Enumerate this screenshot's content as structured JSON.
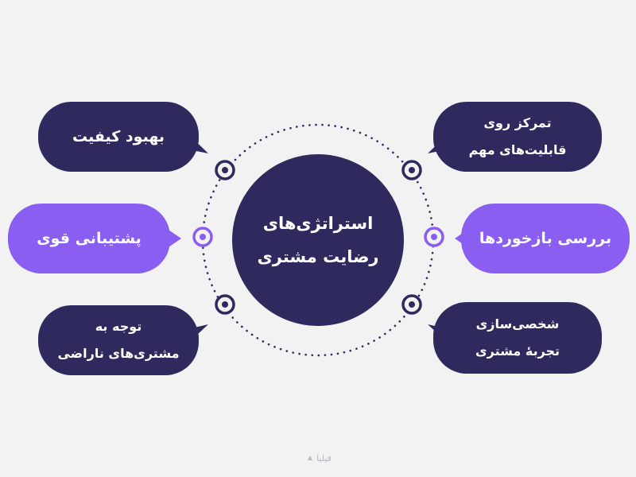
{
  "center": {
    "line1": "استراتژی‌های",
    "line2": "رضایت مشتری"
  },
  "items": [
    {
      "lines": [
        "بهبود کیفیت"
      ],
      "style": "dark",
      "side": "left"
    },
    {
      "lines": [
        "پشتیبانی قوی"
      ],
      "style": "light",
      "side": "left"
    },
    {
      "lines": [
        "توجه به",
        "مشتری‌های ناراضی"
      ],
      "style": "dark",
      "side": "left"
    },
    {
      "lines": [
        "تمرکز روی",
        "قابلیت‌های مهم"
      ],
      "style": "dark",
      "side": "right"
    },
    {
      "lines": [
        "بررسی بازخوردها"
      ],
      "style": "light",
      "side": "right"
    },
    {
      "lines": [
        "شخصی‌سازی",
        "تجربهٔ مشتری"
      ],
      "style": "dark",
      "side": "right"
    }
  ],
  "watermark": {
    "text": "فیلیا",
    "icon": "logo-icon"
  },
  "colors": {
    "background": "#f2f2f2",
    "dark": "#2f2a5e",
    "accent": "#8a5ef0",
    "watermark": "#b9b9c4"
  }
}
